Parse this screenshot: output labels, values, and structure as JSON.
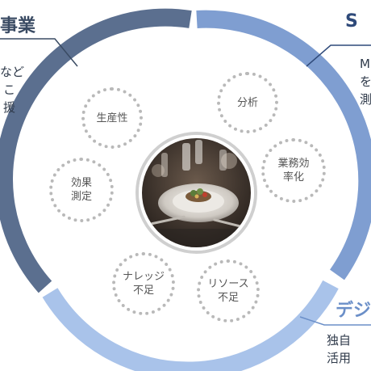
{
  "left_block": {
    "title": "事業",
    "lines": [
      "など",
      "こ",
      "援"
    ]
  },
  "right_block": {
    "title": "S",
    "lines": [
      "M",
      "を",
      "測"
    ]
  },
  "bottom_block": {
    "title": "デジ",
    "lines": [
      "独自",
      "活用"
    ]
  },
  "issues": [
    {
      "lines": [
        "生産性"
      ]
    },
    {
      "lines": [
        "分析"
      ]
    },
    {
      "lines": [
        "効果",
        "測定"
      ]
    },
    {
      "lines": [
        "業務効",
        "率化"
      ]
    },
    {
      "lines": [
        "ナレッジ",
        "不足"
      ]
    },
    {
      "lines": [
        "リソース",
        "不足"
      ]
    }
  ],
  "colors": {
    "ring_left": "#5b6f8f",
    "ring_right": "#7f9ed1",
    "ring_bottom": "#a9c3ea",
    "bubble_border": "#b9b9b9"
  }
}
